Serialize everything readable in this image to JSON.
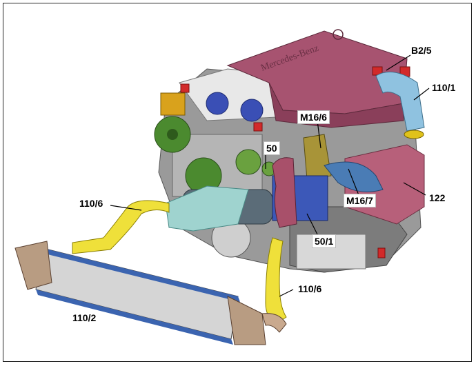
{
  "diagram": {
    "brand_text": "Mercedes-Benz",
    "labels": [
      {
        "id": "b2-5",
        "text": "B2/5"
      },
      {
        "id": "110-1",
        "text": "110/1"
      },
      {
        "id": "m16-6",
        "text": "M16/6"
      },
      {
        "id": "50-top",
        "text": "50"
      },
      {
        "id": "110-6-left",
        "text": "110/6"
      },
      {
        "id": "m16-7",
        "text": "M16/7"
      },
      {
        "id": "122",
        "text": "122"
      },
      {
        "id": "50-1",
        "text": "50/1"
      },
      {
        "id": "110-6-bottom",
        "text": "110/6"
      },
      {
        "id": "110-2",
        "text": "110/2"
      }
    ]
  }
}
